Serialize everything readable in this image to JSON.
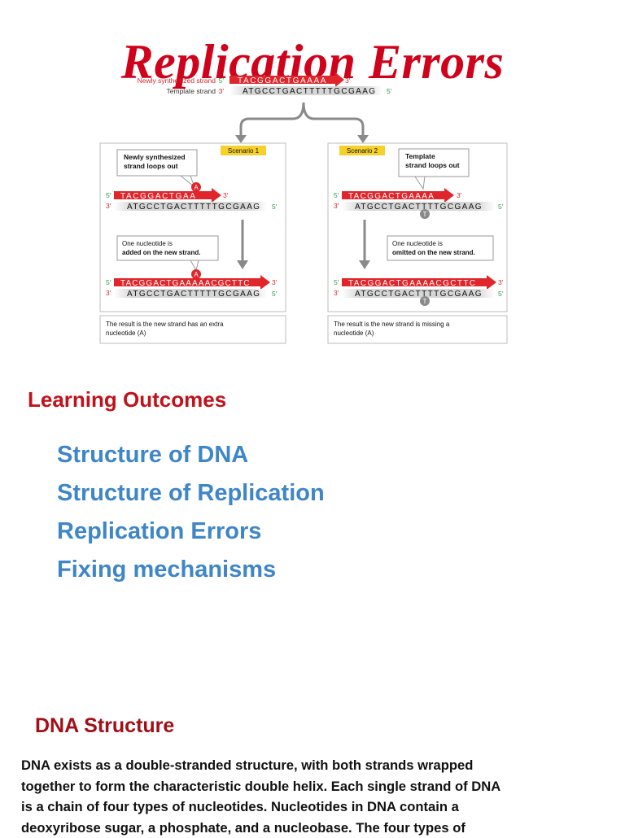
{
  "page": {
    "title": "Replication Errors"
  },
  "figure": {
    "top": {
      "new_strand_label": "Newly synthesized strand",
      "template_label": "Template strand",
      "five": "5′",
      "three": "3′",
      "new_seq": "TACGGACTGAAAA",
      "template_seq": "ATGCCTGACTTTTTGCGAAG"
    },
    "scenario1": {
      "tag": "Scenario 1",
      "callout": [
        "Newly synthesized",
        "strand loops out"
      ],
      "loop_base": "A",
      "seq_new": "TACGGACTGAA",
      "seq_template": "ATGCCTGACTTTTTGCGAAG",
      "note_lines": [
        "One nucleotide is",
        "added on the new strand."
      ],
      "note_bold_word": "added",
      "seq_new_final": "TACGGACTGAAAAACGCTTC",
      "seq_template_final": "ATGCCTGACTTTTTGCGAAG",
      "result_lines": [
        "The result is the new strand has an extra",
        "nucleotide (A)"
      ],
      "result_bold_word": "extra"
    },
    "scenario2": {
      "tag": "Scenario 2",
      "callout": [
        "Template",
        "strand loops out"
      ],
      "loop_base": "T",
      "seq_new": "TACGGACTGAAAA",
      "seq_template": "ATGCCTGACTTTTGCGAAG",
      "note_lines": [
        "One nucleotide is",
        "omitted on the new strand."
      ],
      "note_bold_word": "omitted",
      "seq_new_final": "TACGGACTGAAAACGCTTC",
      "seq_template_final": "ATGCCTGACTTTTGCGAAG",
      "result_lines": [
        "The result is the new strand is missing a",
        "nucleotide (A)"
      ],
      "result_bold_word": "missing"
    },
    "colors": {
      "strand_red": "#e0252b",
      "template_gray": "#cfcfcf",
      "five_green": "#2aa04a",
      "three_red": "#d8242b",
      "tag_yellow": "#f7d12a",
      "loop_gray": "#8a8a8a"
    }
  },
  "learning_outcomes": {
    "heading": "Learning Outcomes",
    "items": [
      "Structure of DNA",
      "Structure of Replication",
      "Replication Errors",
      "Fixing mechanisms"
    ]
  },
  "dna_section": {
    "heading": "DNA Structure",
    "lines": [
      "DNA exists as a double-stranded structure, with both strands wrapped",
      "together to form the characteristic double helix. Each single strand of DNA",
      "is a chain of four types of nucleotides. Nucleotides in DNA contain a",
      "deoxyribose sugar, a phosphate, and a nucleobase. The four types of"
    ]
  }
}
